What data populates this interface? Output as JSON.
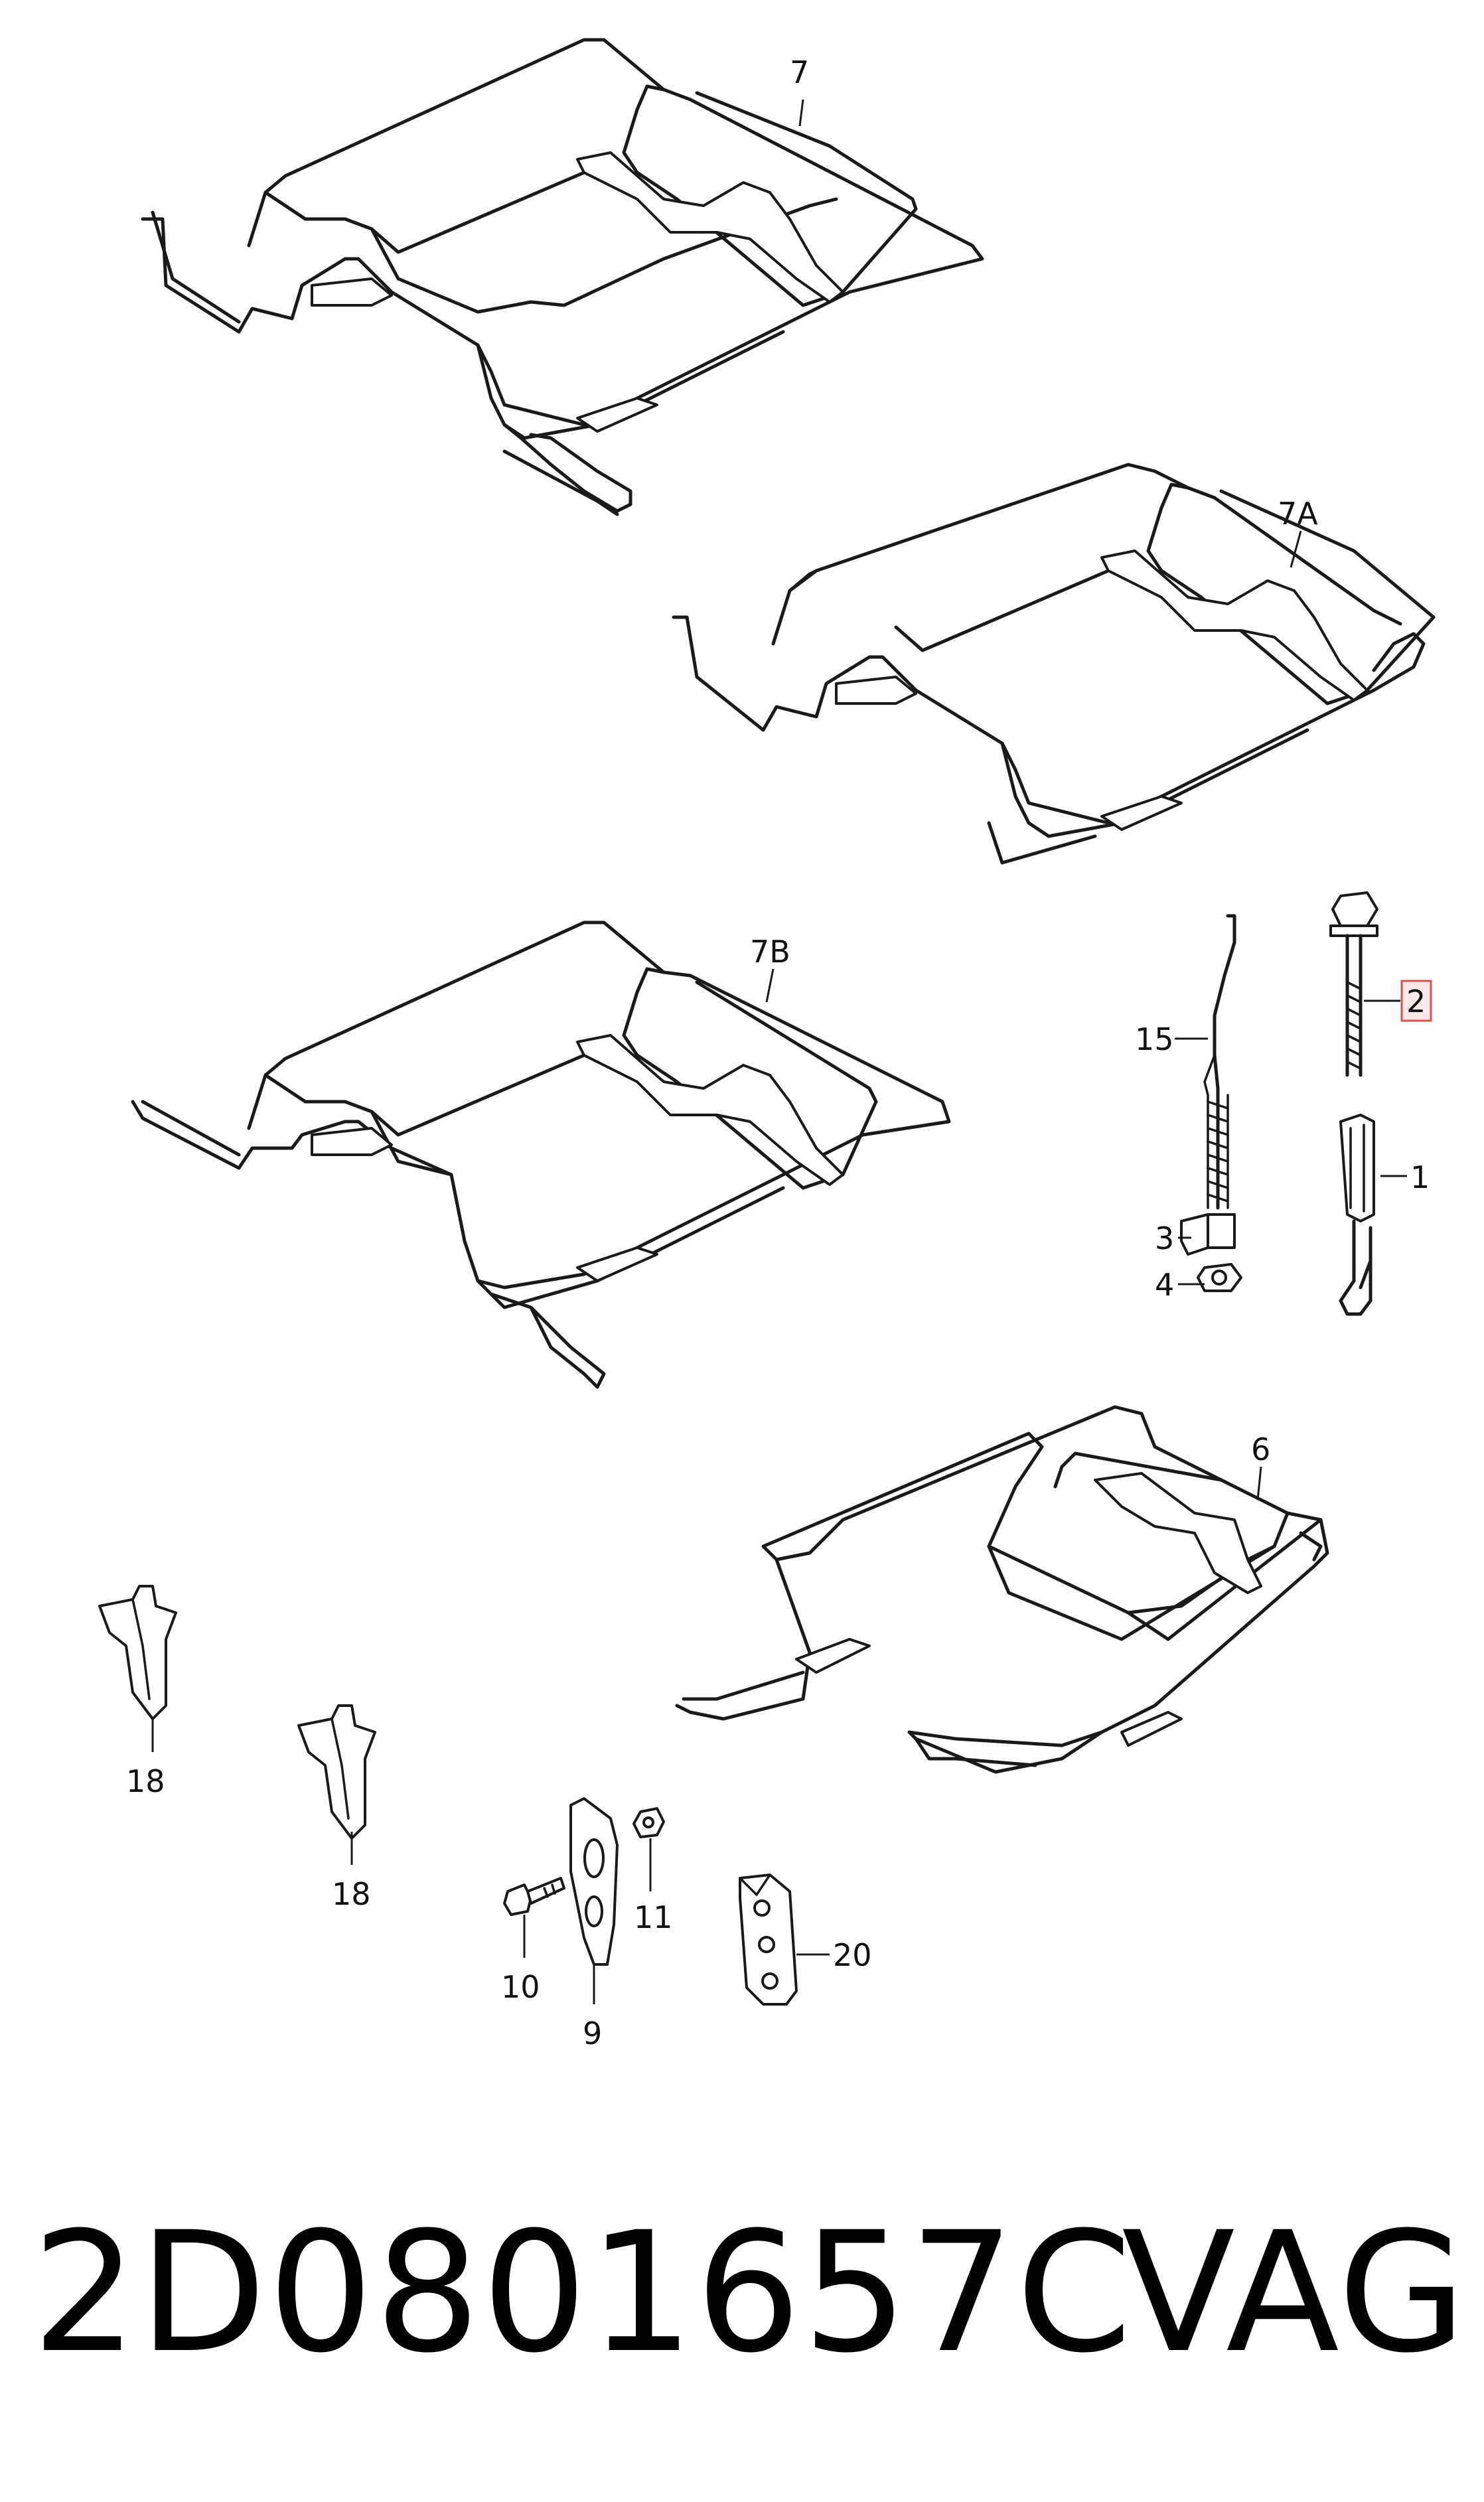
{
  "diagram": {
    "labels": {
      "frame_7": "7",
      "frame_7a": "7A",
      "frame_7b": "7B",
      "frame_6": "6",
      "part_15": "15",
      "part_2": "2",
      "part_1": "1",
      "part_3": "3",
      "part_4": "4",
      "part_18a": "18",
      "part_18b": "18",
      "part_11": "11",
      "part_10": "10",
      "part_9": "9",
      "part_20": "20"
    },
    "highlight_color": "#d9534f"
  },
  "footer": {
    "part_number": "2D0801657C",
    "brand": "VAG"
  }
}
